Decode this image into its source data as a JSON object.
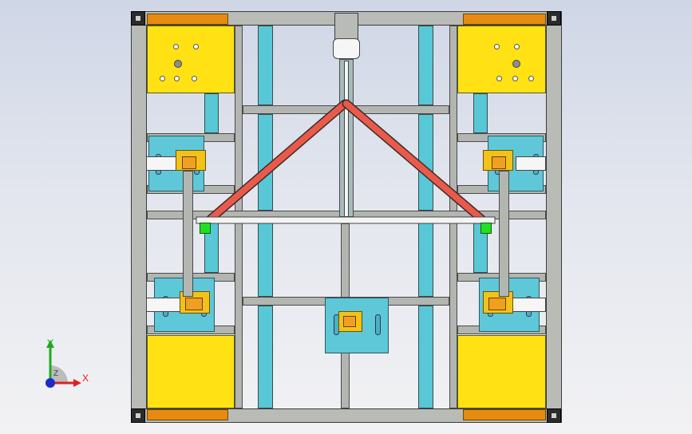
{
  "scene": {
    "background_top": "#cfd6e6",
    "background_bottom": "#f2f2f4",
    "colors": {
      "frame": "#b9bbb6",
      "rail": "#58c7d6",
      "plate": "#ffe114",
      "pad": "#e78a10",
      "strut": "#ea5a4a",
      "marker": "#21e021"
    }
  },
  "triad": {
    "x_label": "X",
    "y_label": "Y",
    "z_label": "Z"
  }
}
